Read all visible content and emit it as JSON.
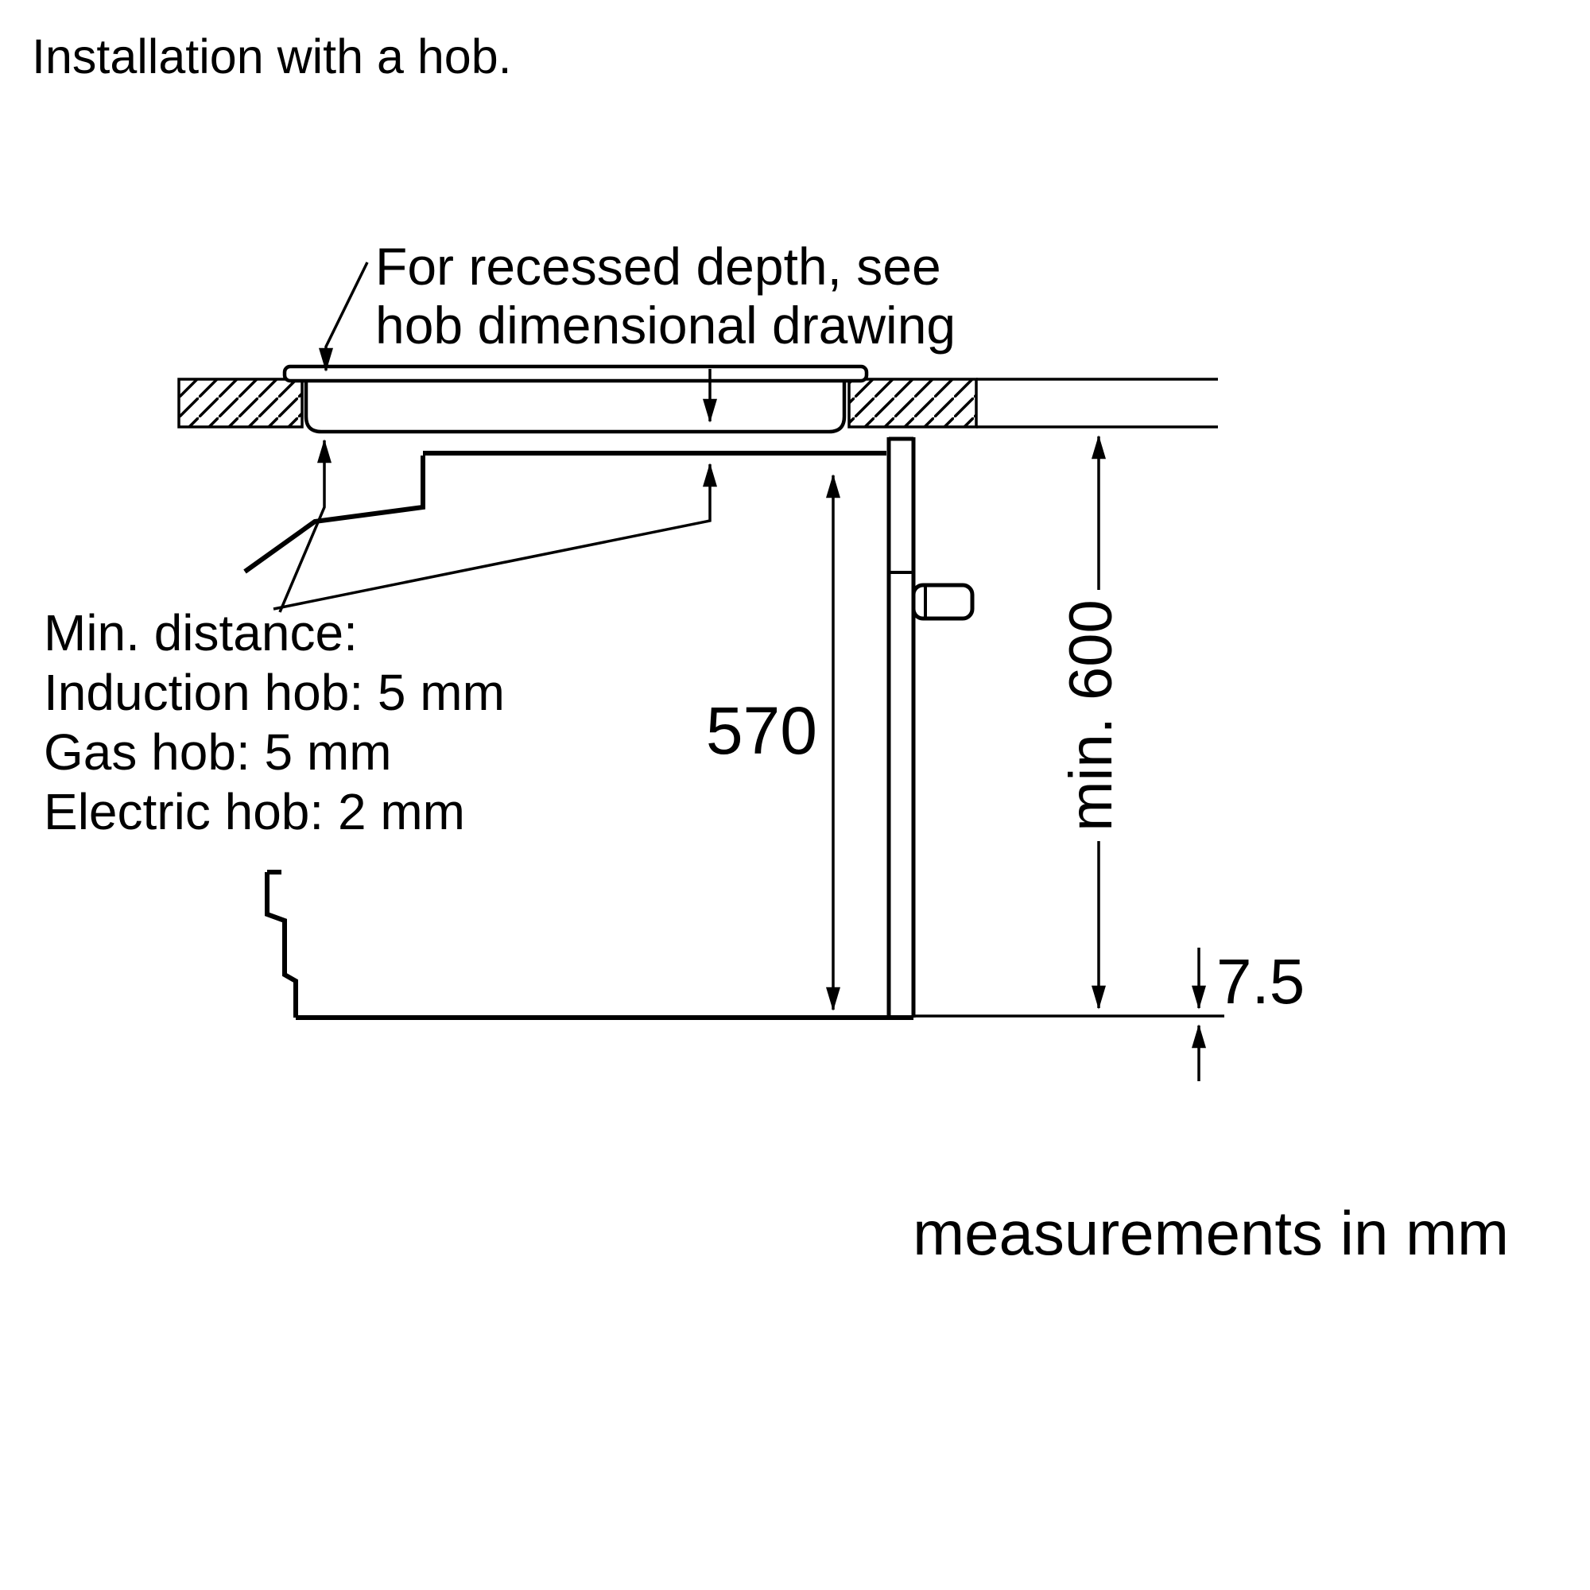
{
  "page": {
    "title": "Installation with a hob.",
    "footer": "measurements in mm"
  },
  "callouts": {
    "recessed_depth_line1": "For recessed depth, see",
    "recessed_depth_line2": "hob dimensional drawing",
    "min_distance_heading": "Min. distance:",
    "min_distance_induction": "Induction hob: 5 mm",
    "min_distance_gas": "Gas hob: 5 mm",
    "min_distance_electric": "Electric hob: 2 mm"
  },
  "dimensions": {
    "oven_height_mm": "570",
    "niche_height_label": "min. 600",
    "door_bottom_offset_mm": "7.5"
  },
  "colors": {
    "ink": "#000000",
    "paper": "#ffffff"
  }
}
